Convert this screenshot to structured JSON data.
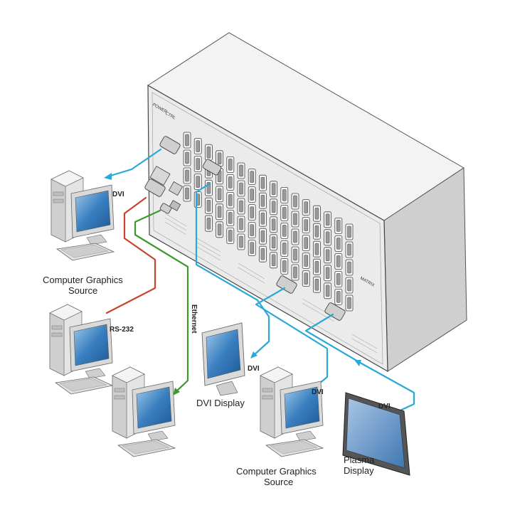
{
  "labels": {
    "computer_source_top_line1": "Computer Graphics",
    "computer_source_top_line2": "Source",
    "dvi_top": "DVI",
    "rs232": "RS-232",
    "ethernet": "Ethernet",
    "dvi_display": "DVI Display",
    "dvi_display_cable": "DVI",
    "dvi_source_bottom_cable": "DVI",
    "computer_source_bottom_line1": "Computer Graphics",
    "computer_source_bottom_line2": "Source",
    "dvi_plasma_cable": "DVI",
    "plasma_line1": "Plasma",
    "plasma_line2": "Display"
  },
  "colors": {
    "dvi_cable": "#2aa8d8",
    "rs232_cable": "#c8442a",
    "ethernet_cable": "#3a9a2a",
    "chassis_front": "#e8e8e8",
    "chassis_side": "#c9c9c9",
    "chassis_top": "#f2f2f2",
    "screen": "#3a7fc0"
  },
  "icons": {
    "switcher": "matrix-switcher-chassis-icon",
    "pc": "desktop-computer-icon",
    "monitor": "lcd-monitor-icon",
    "plasma": "plasma-display-icon"
  }
}
